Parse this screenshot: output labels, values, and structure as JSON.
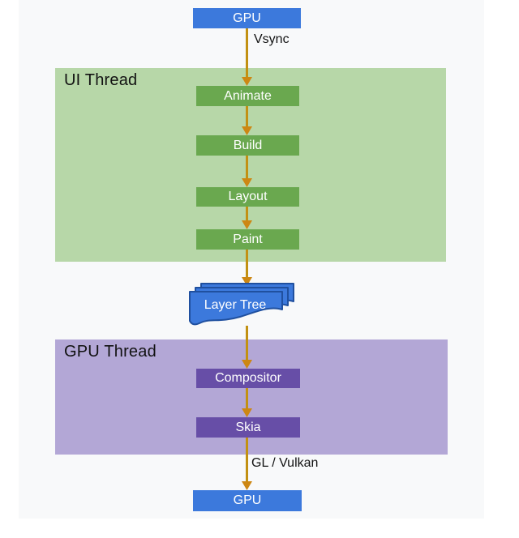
{
  "colors": {
    "background": "#ffffff",
    "canvas": "#f8f9fa",
    "node_blue": "#3c79dc",
    "layer_tree_border": "#20509f",
    "ui_thread_bg": "#b7d7a8",
    "ui_thread_node": "#6aa84f",
    "gpu_thread_bg": "#b3a7d6",
    "gpu_thread_node": "#674ea7",
    "arrow_line": "#c29113",
    "arrow_head": "#cd8713",
    "label_text": "#121212",
    "node_text": "#ffffff"
  },
  "containers": {
    "ui_thread": {
      "label": "UI Thread"
    },
    "gpu_thread": {
      "label": "GPU Thread"
    }
  },
  "nodes": {
    "gpu_top": {
      "label": "GPU"
    },
    "animate": {
      "label": "Animate"
    },
    "build": {
      "label": "Build"
    },
    "layout": {
      "label": "Layout"
    },
    "paint": {
      "label": "Paint"
    },
    "layer_tree": {
      "label": "Layer Tree"
    },
    "compositor": {
      "label": "Compositor"
    },
    "skia": {
      "label": "Skia"
    },
    "gpu_bottom": {
      "label": "GPU"
    }
  },
  "edge_labels": {
    "vsync": "Vsync",
    "gl_vulkan": "GL / Vulkan"
  }
}
